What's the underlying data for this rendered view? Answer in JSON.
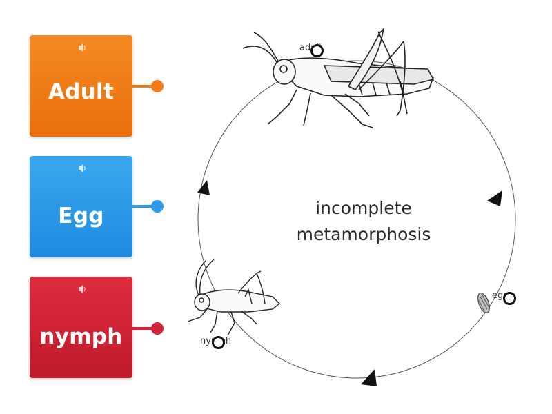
{
  "tiles": [
    {
      "id": "adult",
      "label": "Adult",
      "color": "#ef7d18",
      "pin_color": "#f07c1a",
      "icon": "speaker-icon"
    },
    {
      "id": "egg",
      "label": "Egg",
      "color": "#2e9ae8",
      "pin_color": "#2e9ae8",
      "icon": "speaker-icon"
    },
    {
      "id": "nymph",
      "label": "nymph",
      "color": "#d22337",
      "pin_color": "#d22337",
      "icon": "speaker-icon"
    }
  ],
  "diagram": {
    "center_line1": "incomplete",
    "center_line2": "metamorphosis",
    "stages": {
      "adult": "adult",
      "egg": "egg",
      "nymph": "nymph"
    }
  }
}
